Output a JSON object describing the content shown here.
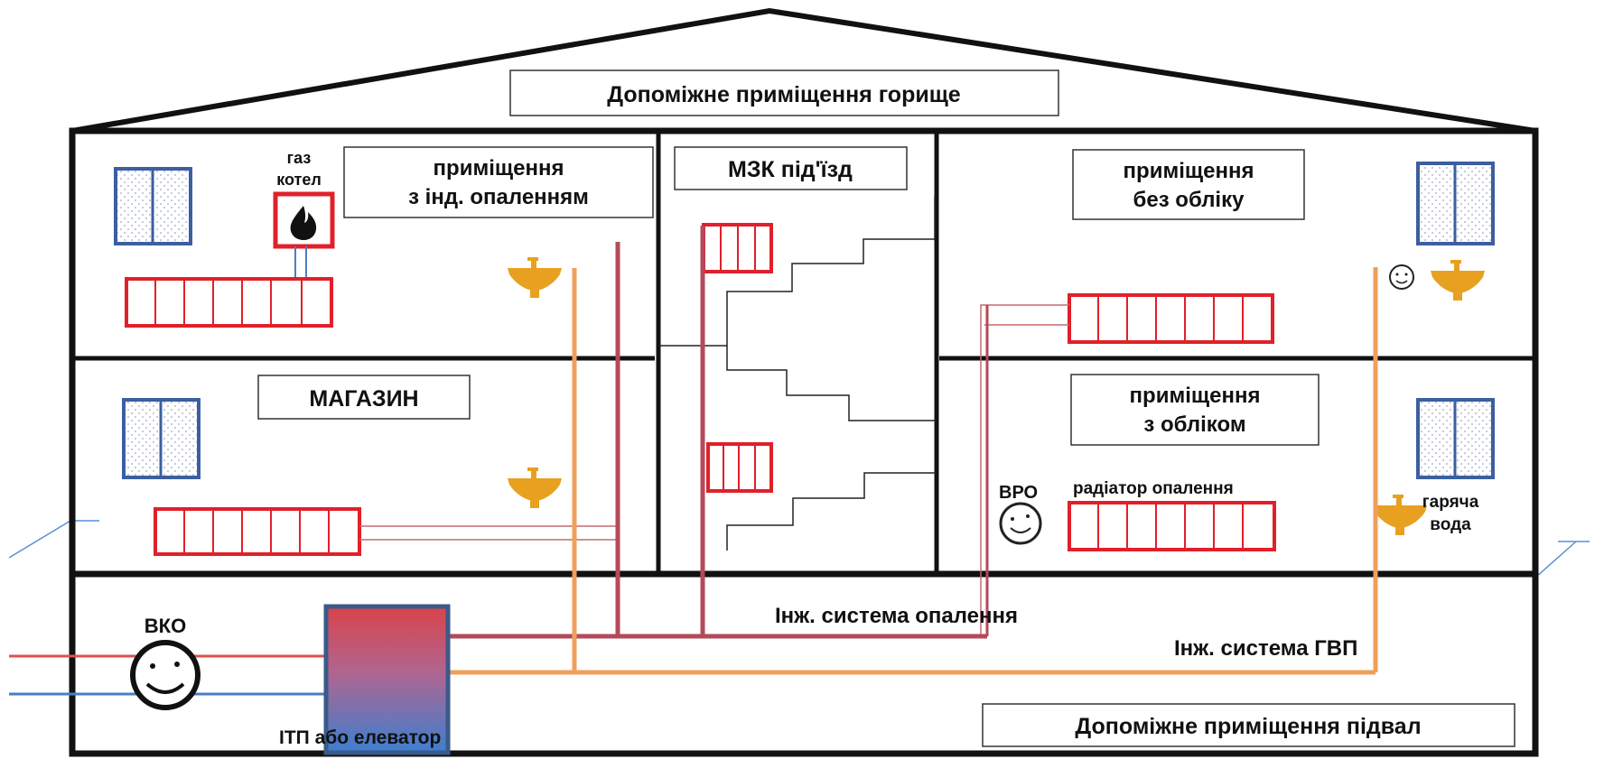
{
  "labels": {
    "attic": "Допоміжне приміщення горище",
    "gas_boiler_line1": "газ",
    "gas_boiler_line2": "котел",
    "ind_heating_line1": "приміщення",
    "ind_heating_line2": "з інд. опаленням",
    "entrance": "МЗК під'їзд",
    "no_metering_line1": "приміщення",
    "no_metering_line2": "без обліку",
    "shop": "МАГАЗИН",
    "with_metering_line1": "приміщення",
    "with_metering_line2": "з обліком",
    "vro": "ВРО",
    "radiator": "радіатор опалення",
    "hot_water_line1": "гаряча",
    "hot_water_line2": "вода",
    "vko": "ВКО",
    "heating_system": "Інж. система опалення",
    "hot_water_system": "Інж. система ГВП",
    "itp": "ІТП або елеватор",
    "basement": "Допоміжне приміщення підвал"
  },
  "colors": {
    "wall": "#111111",
    "radiator": "#e0202a",
    "heating_pipe": "#b34a5a",
    "hot_water_pipe": "#f0a05a",
    "supply_in": "#d9534f",
    "return_in": "#4a7fc0",
    "window_frame": "#3b5fa0",
    "sink": "#e8a020",
    "stair": "#222222"
  },
  "icons": {
    "flame": "flame-icon",
    "sink": "sink-icon",
    "meter": "meter-icon",
    "window": "window-icon"
  }
}
